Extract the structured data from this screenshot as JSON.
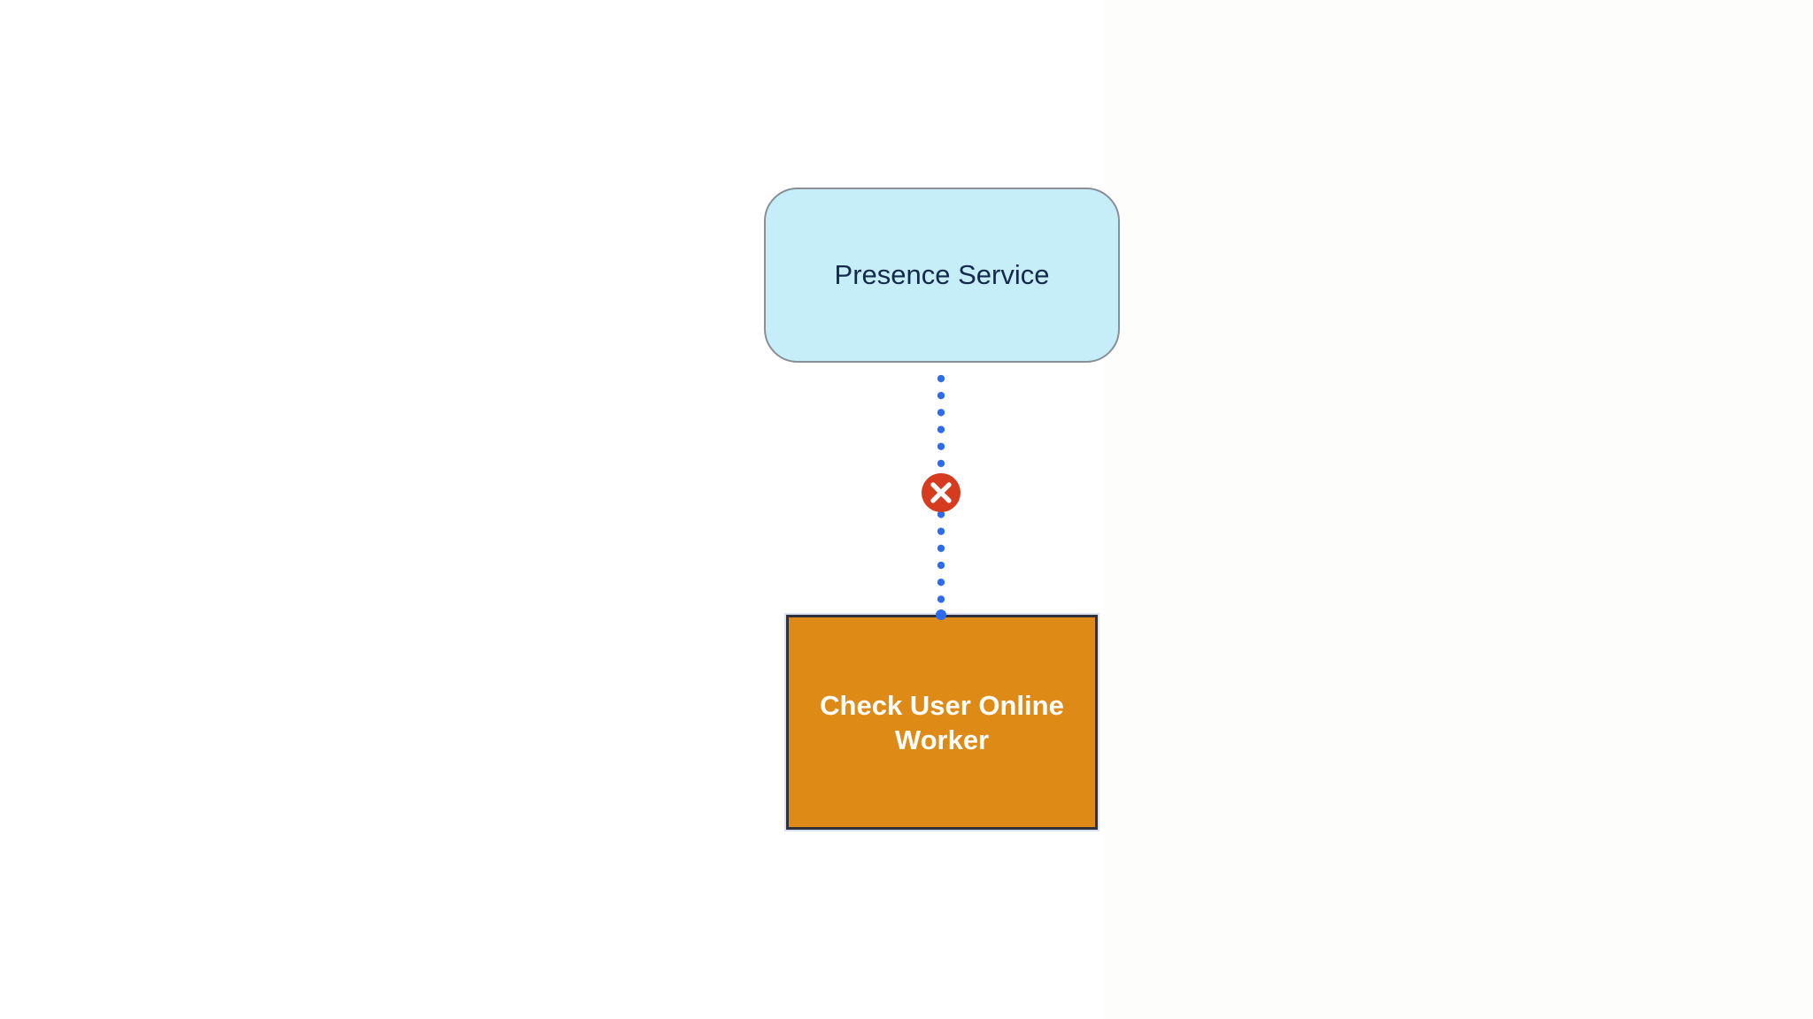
{
  "canvas": {
    "background": "#ffffff",
    "right_region_background": "#fdfdfc"
  },
  "diagram": {
    "nodes": [
      {
        "id": "presence-service",
        "label": "Presence Service",
        "shape": "rounded-rectangle",
        "fill": "#c6eef9",
        "border_color": "#898f96",
        "text_color": "#142a4d"
      },
      {
        "id": "check-user-online-worker",
        "label": "Check User Online Worker",
        "shape": "rectangle",
        "fill": "#dd8a16",
        "border_color": "#30313b",
        "text_color": "#ffffff"
      }
    ],
    "connector": {
      "from": "presence-service",
      "to": "check-user-online-worker",
      "line_style": "dotted",
      "line_color": "#2d6bf2",
      "badge": {
        "icon": "x-cross-icon",
        "background_color": "#d63b20",
        "icon_color": "#ffffff"
      }
    }
  }
}
